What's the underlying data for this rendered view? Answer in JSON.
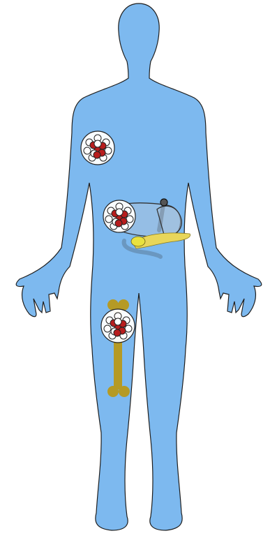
{
  "colors": {
    "body_fill": "#7db9ef",
    "body_outline": "#1e1e1e",
    "bone": "#b59a25",
    "cell_red": "#b81d1d",
    "cell_white": "#ffffff",
    "cell_outline": "#222222",
    "organ_stroke": "#333333",
    "organ_fill": "#a9c3dc",
    "pancreas": "#e8d65a",
    "gallbladder": "#e9e23f"
  },
  "icons": {
    "figure": "human-body-silhouette-icon",
    "cluster": "cell-cluster-icon",
    "bone": "femur-bone-icon",
    "organs": "digestive-organs-icon"
  },
  "clusters": [
    {
      "id": "arm",
      "location": "upper-arm"
    },
    {
      "id": "abdomen",
      "location": "liver-stomach"
    },
    {
      "id": "femur",
      "location": "thigh-bone"
    }
  ]
}
